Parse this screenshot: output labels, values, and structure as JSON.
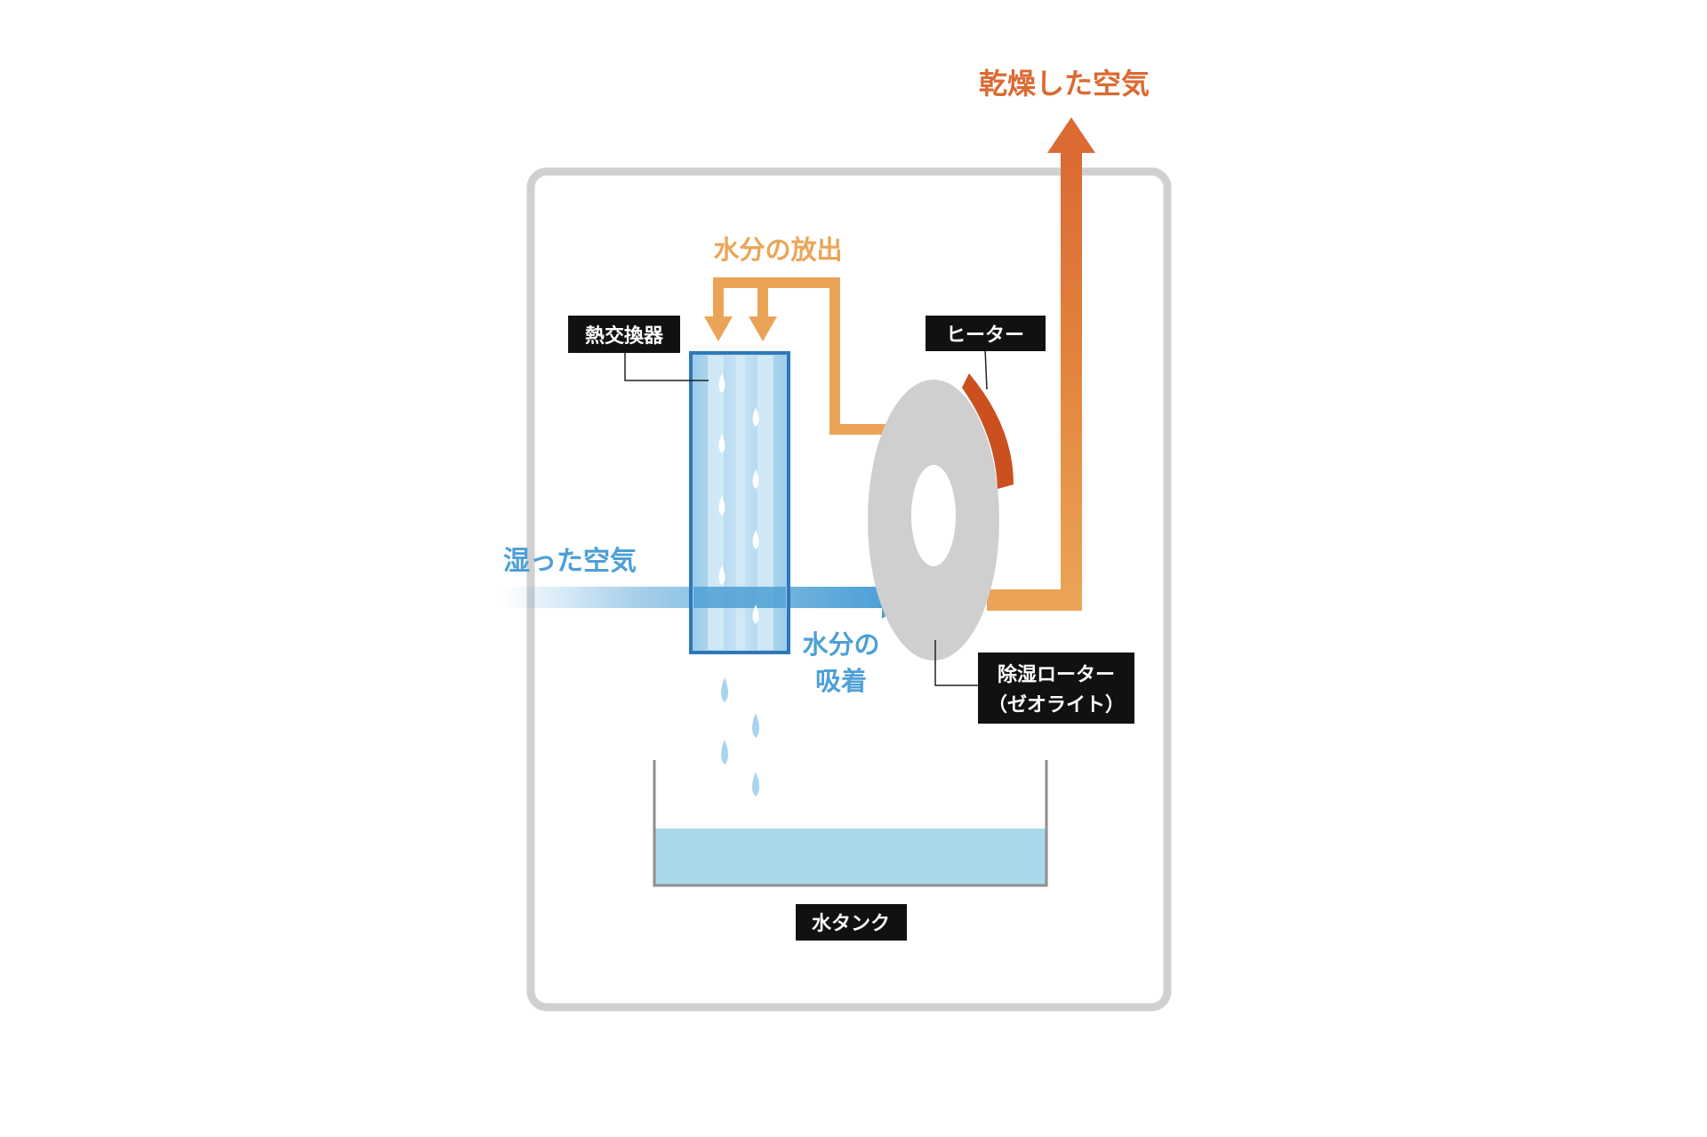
{
  "labels": {
    "dry_air": "乾燥した空気",
    "moisture_release": "水分の放出",
    "heat_exchanger": "熱交換器",
    "heater": "ヒーター",
    "humid_air": "湿った空気",
    "moisture_adsorption_line1": "水分の",
    "moisture_adsorption_line2": "吸着",
    "rotor_line1": "除湿ローター",
    "rotor_line2": "（ゼオライト）",
    "water_tank": "水タンク"
  },
  "colors": {
    "dry_air": "#db6a33",
    "moisture_release": "#eba457",
    "humid_air": "#4da0d6",
    "heat_exchanger_fill": "#a9d3ee",
    "heat_exchanger_border": "#2e78b8",
    "rotor": "#cfcfcf",
    "heater": "#cc4f1f",
    "tank_water": "#a9d8ea",
    "label_bg": "#111111",
    "enclosure": "#d0d0d0"
  }
}
